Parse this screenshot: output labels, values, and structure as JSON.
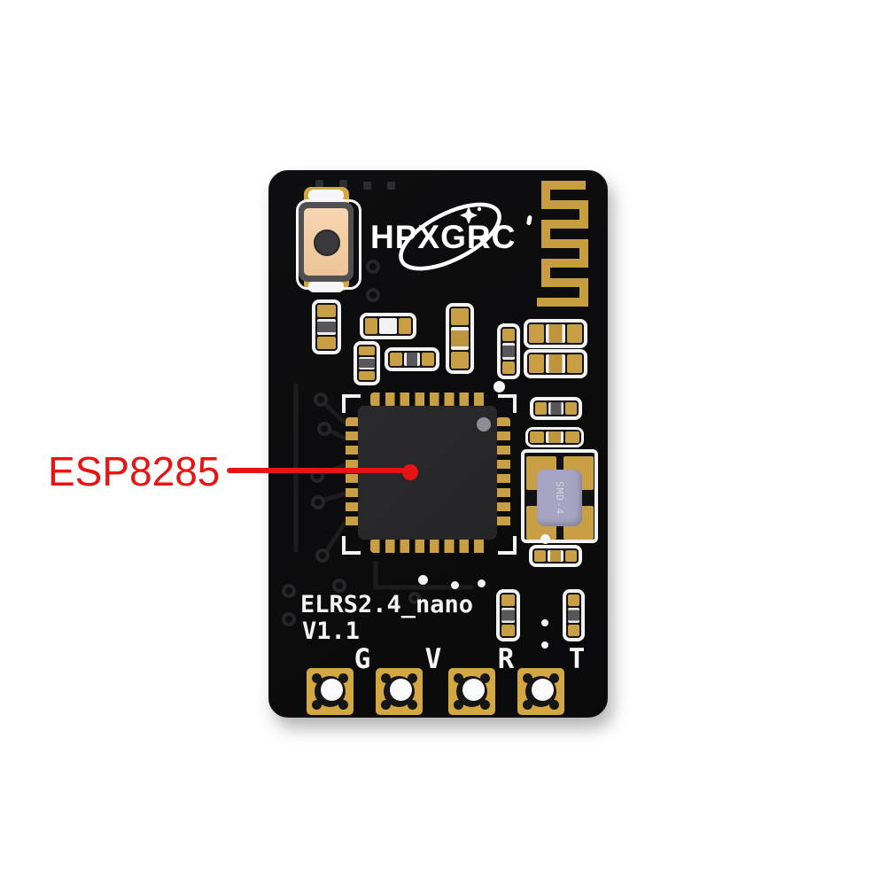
{
  "annotation": {
    "label": "ESP8285",
    "color": "#e81414"
  },
  "board": {
    "logo_text": "HPXGRC",
    "model": "ELRS2.4_nano",
    "version": "V1.1",
    "pad_labels": [
      "G",
      "V",
      "R",
      "T"
    ],
    "crystal_marking": "SMD-4",
    "colors": {
      "board": "#0c0c0c",
      "gold": "#c89f45",
      "silkscreen": "#f4f4f4",
      "crystal_body": "#a6a4c1",
      "annotation_red": "#e81414"
    }
  }
}
